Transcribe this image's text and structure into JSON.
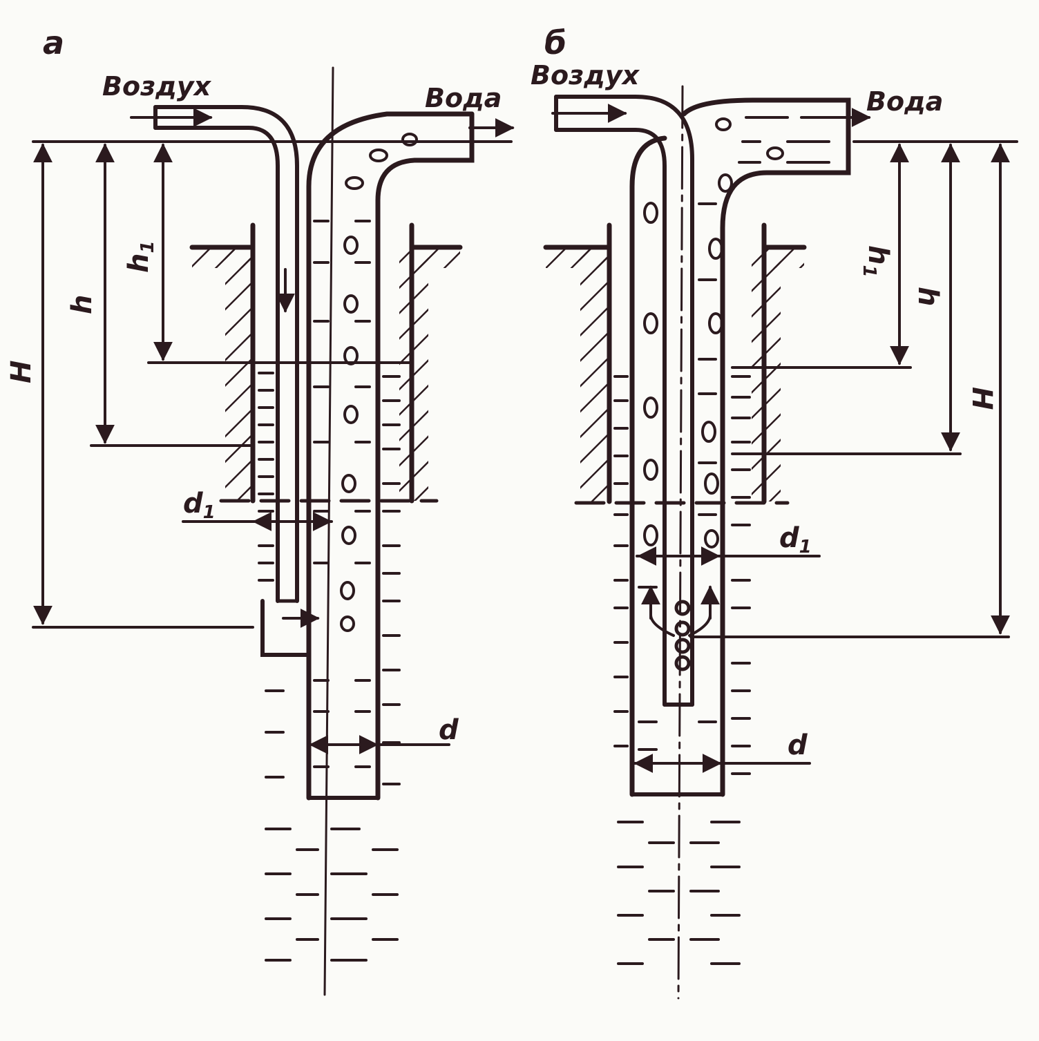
{
  "colors": {
    "ink": "#2b1a1e",
    "paper": "#fbfbf8"
  },
  "diagram_a": {
    "panel_label": "а",
    "air_label": "Воздух",
    "water_label": "Вода",
    "dim_H": "H",
    "dim_h": "h",
    "dim_h1_main": "h",
    "dim_h1_sub": "1",
    "dim_d1_main": "d",
    "dim_d1_sub": "1",
    "dim_d": "d"
  },
  "diagram_b": {
    "panel_label": "б",
    "air_label": "Воздух",
    "water_label": "Вода",
    "dim_H": "H",
    "dim_h": "h",
    "dim_h1_main": "h",
    "dim_h1_sub": "1",
    "dim_d1_main": "d",
    "dim_d1_sub": "1",
    "dim_d": "d"
  }
}
